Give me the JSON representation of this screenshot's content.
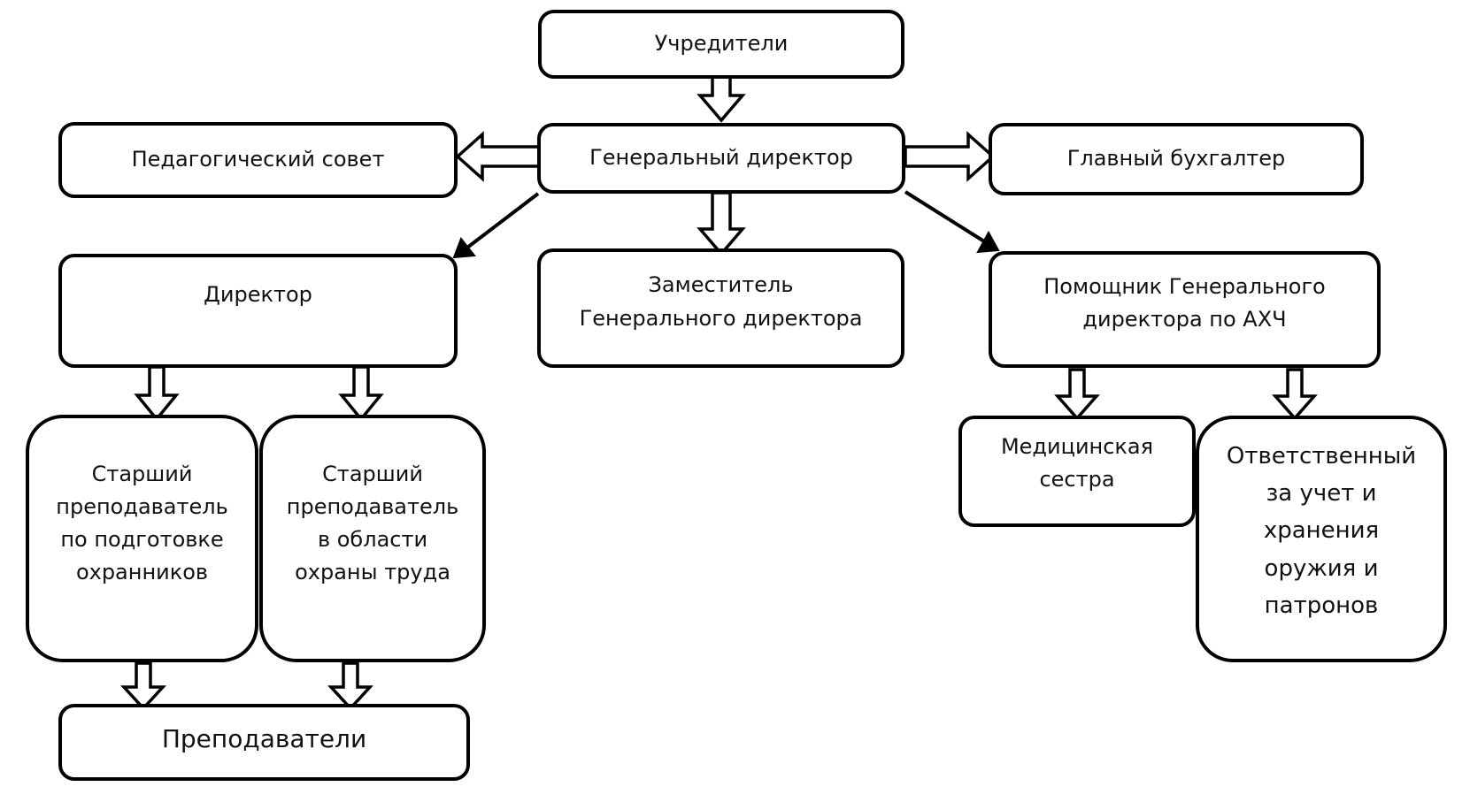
{
  "nodes": {
    "founders": "Учредители",
    "general_director": "Генеральный директор",
    "pedagogical_council": "Педагогический совет",
    "chief_accountant": "Главный бухгалтер",
    "director": "Директор",
    "deputy_general_director": "Заместитель Генерального директора",
    "assistant_ahch": "Помощник Генерального директора по АХЧ",
    "senior_teacher_guards": "Старший преподаватель по подготовке охранников",
    "senior_teacher_labor": "Старший преподаватель в области охраны труда",
    "nurse": "Медицинская сестра",
    "weapons_officer": "Ответственный за учет и хранения оружия и патронов",
    "teachers": "Преподаватели"
  },
  "edges": [
    {
      "from": "founders",
      "to": "general_director",
      "style": "double"
    },
    {
      "from": "general_director",
      "to": "pedagogical_council",
      "style": "double"
    },
    {
      "from": "general_director",
      "to": "chief_accountant",
      "style": "double"
    },
    {
      "from": "general_director",
      "to": "director",
      "style": "single"
    },
    {
      "from": "general_director",
      "to": "deputy_general_director",
      "style": "double"
    },
    {
      "from": "general_director",
      "to": "assistant_ahch",
      "style": "single"
    },
    {
      "from": "director",
      "to": "senior_teacher_guards",
      "style": "double"
    },
    {
      "from": "director",
      "to": "senior_teacher_labor",
      "style": "double"
    },
    {
      "from": "assistant_ahch",
      "to": "nurse",
      "style": "double"
    },
    {
      "from": "assistant_ahch",
      "to": "weapons_officer",
      "style": "double"
    },
    {
      "from": "senior_teacher_guards",
      "to": "teachers",
      "style": "double"
    },
    {
      "from": "senior_teacher_labor",
      "to": "teachers",
      "style": "double"
    }
  ]
}
